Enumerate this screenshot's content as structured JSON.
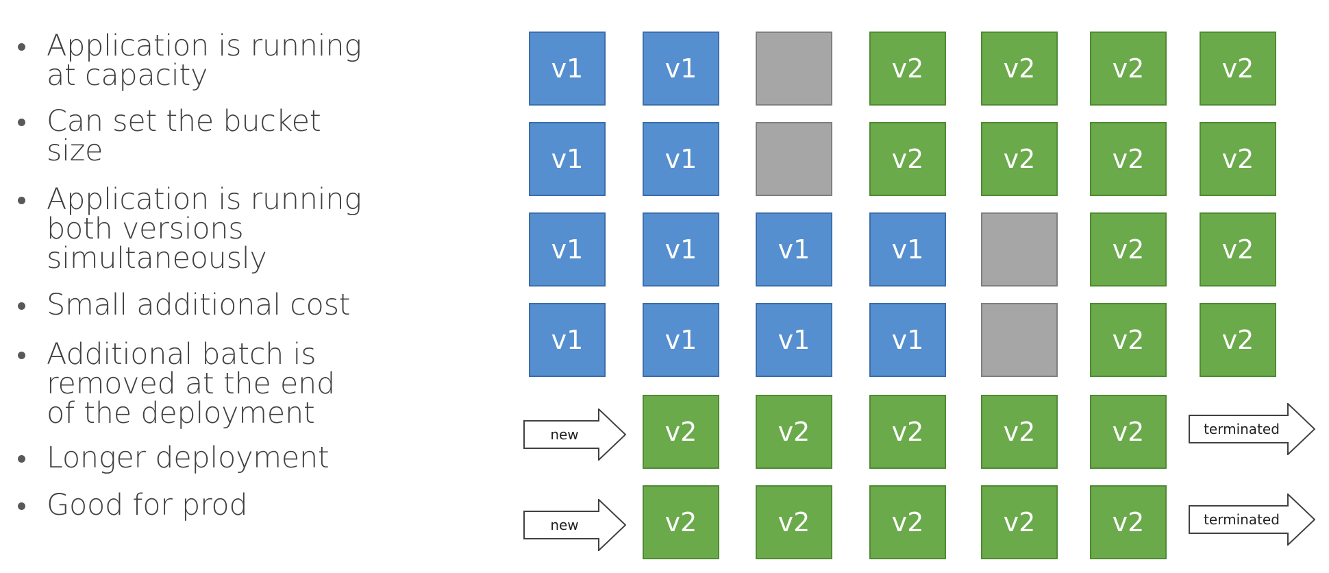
{
  "bullets": [
    "Application is running\nat  capacity",
    "Can set the bucket\nsize",
    "Application is running\nboth versions\nsimultaneously",
    "Small additional cost",
    "Additional batch is\nremoved at the end\nof the deployment",
    "Longer deployment",
    "Good for prod"
  ],
  "labels": {
    "v1": "v1",
    "v2": "v2",
    "new": "new",
    "terminated": "terminated"
  },
  "grid": [
    [
      "v1",
      "v1",
      "empty",
      "v2",
      "v2",
      "v2",
      "v2"
    ],
    [
      "v1",
      "v1",
      "empty",
      "v2",
      "v2",
      "v2",
      "v2"
    ],
    [
      "v1",
      "v1",
      "v1",
      "v1",
      "empty",
      "v2",
      "v2"
    ],
    [
      "v1",
      "v1",
      "v1",
      "v1",
      "empty",
      "v2",
      "v2"
    ],
    [
      "new",
      "v2",
      "v2",
      "v2",
      "v2",
      "v2",
      "terminated"
    ],
    [
      "new",
      "v2",
      "v2",
      "v2",
      "v2",
      "v2",
      "terminated"
    ]
  ],
  "colors": {
    "v1": "#558fd0",
    "v2": "#6aaa4a",
    "empty": "#a6a6a6",
    "text": "#404040"
  }
}
